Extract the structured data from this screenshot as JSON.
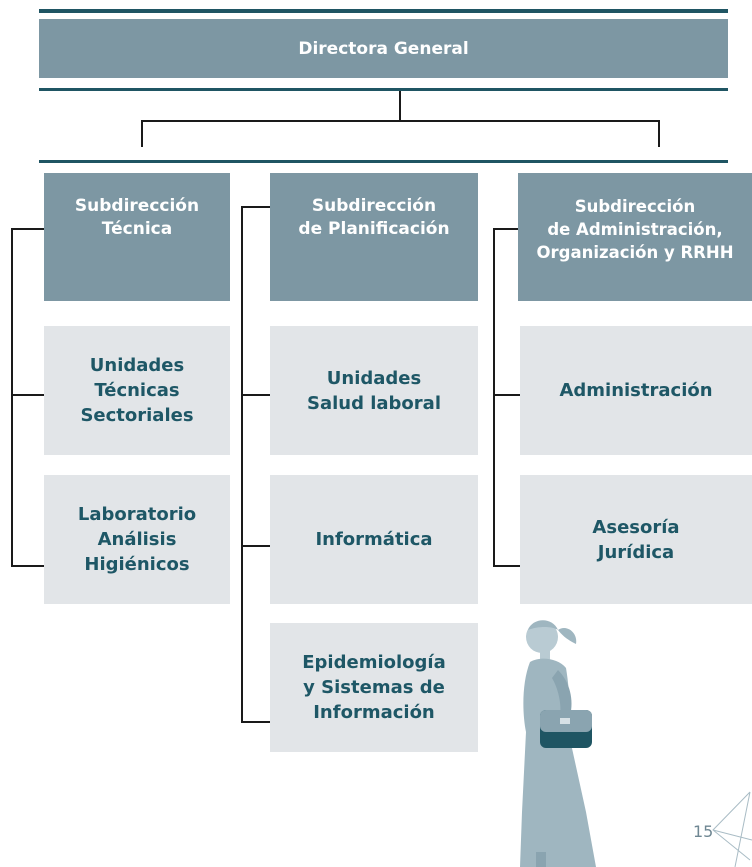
{
  "header": {
    "title": "Directora General"
  },
  "columns": [
    {
      "head": "Subdirección\nTécnica",
      "units": [
        "Unidades\nTécnicas\nSectoriales",
        "Laboratorio\nAnálisis\nHigiénicos"
      ]
    },
    {
      "head": "Subdirección\nde Planificación",
      "units": [
        "Unidades\nSalud laboral",
        "Informática",
        "Epidemiología\ny Sistemas de\nInformación"
      ]
    },
    {
      "head": "Subdirección\nde Administración,\nOrganización y RRHH",
      "units": [
        "Administración",
        "Asesoría\nJurídica"
      ]
    }
  ],
  "footer": {
    "page_number": "15"
  },
  "colors": {
    "accent": "#1f5563",
    "box_dark": "#7d97a3",
    "box_light": "#e2e5e8",
    "text_dark": "#1e5766"
  }
}
